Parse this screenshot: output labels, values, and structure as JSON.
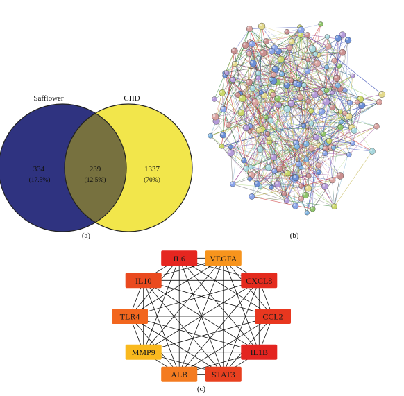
{
  "venn": {
    "left_set": {
      "label": "Safflower",
      "count": "334",
      "percent": "(17.5%)",
      "color": "#2f3380"
    },
    "right_set": {
      "label": "CHD",
      "count": "1337",
      "percent": "(70%)",
      "color": "#f2e64b"
    },
    "overlap": {
      "count": "239",
      "percent": "(12.5%)",
      "color": "#77713f"
    },
    "panel_label": "(a)"
  },
  "network_b": {
    "panel_label": "(b)",
    "node_colors": [
      "#8fc46a",
      "#6b8fd6",
      "#d9a3a0",
      "#e3d98c",
      "#a7d7dd",
      "#b39ad8",
      "#7fb3e0",
      "#c9d66a",
      "#8aa4e8",
      "#c98f8f"
    ],
    "edge_colors": [
      "#2e7d32",
      "#3b4fb5",
      "#8e3b8e",
      "#b8a830",
      "#4a4a4a",
      "#6fa8c8",
      "#9fd36a",
      "#cc3b3b"
    ]
  },
  "hub_network": {
    "panel_label": "(c)",
    "nodes": [
      {
        "label": "IL6",
        "color": "#e52620"
      },
      {
        "label": "VEGFA",
        "color": "#f7941d"
      },
      {
        "label": "CXCL8",
        "color": "#e42b1e"
      },
      {
        "label": "CCL2",
        "color": "#e8371f"
      },
      {
        "label": "IL1B",
        "color": "#e32420"
      },
      {
        "label": "STAT3",
        "color": "#e8401f"
      },
      {
        "label": "ALB",
        "color": "#f47b20"
      },
      {
        "label": "MMP9",
        "color": "#f9b91e"
      },
      {
        "label": "TLR4",
        "color": "#f2661e"
      },
      {
        "label": "IL10",
        "color": "#ea4a1f"
      }
    ]
  }
}
